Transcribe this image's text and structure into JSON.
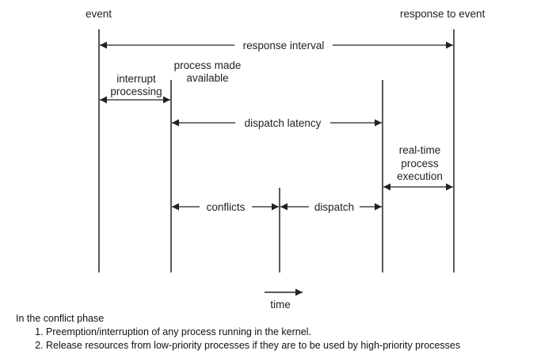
{
  "diagram": {
    "labels": {
      "event": "event",
      "response_to_event": "response to event",
      "response_interval": "response interval",
      "interrupt_processing_1": "interrupt",
      "interrupt_processing_2": "processing",
      "process_made_available_1": "process made",
      "process_made_available_2": "available",
      "dispatch_latency": "dispatch latency",
      "realtime_execution_1": "real-time",
      "realtime_execution_2": "process",
      "realtime_execution_3": "execution",
      "conflicts": "conflicts",
      "dispatch": "dispatch",
      "time": "time"
    }
  },
  "notes": {
    "heading": "In the conflict phase",
    "items": [
      "Preemption/interruption of any process running in the kernel.",
      "Release resources from low-priority processes if they are to be used by high-priority processes"
    ]
  }
}
